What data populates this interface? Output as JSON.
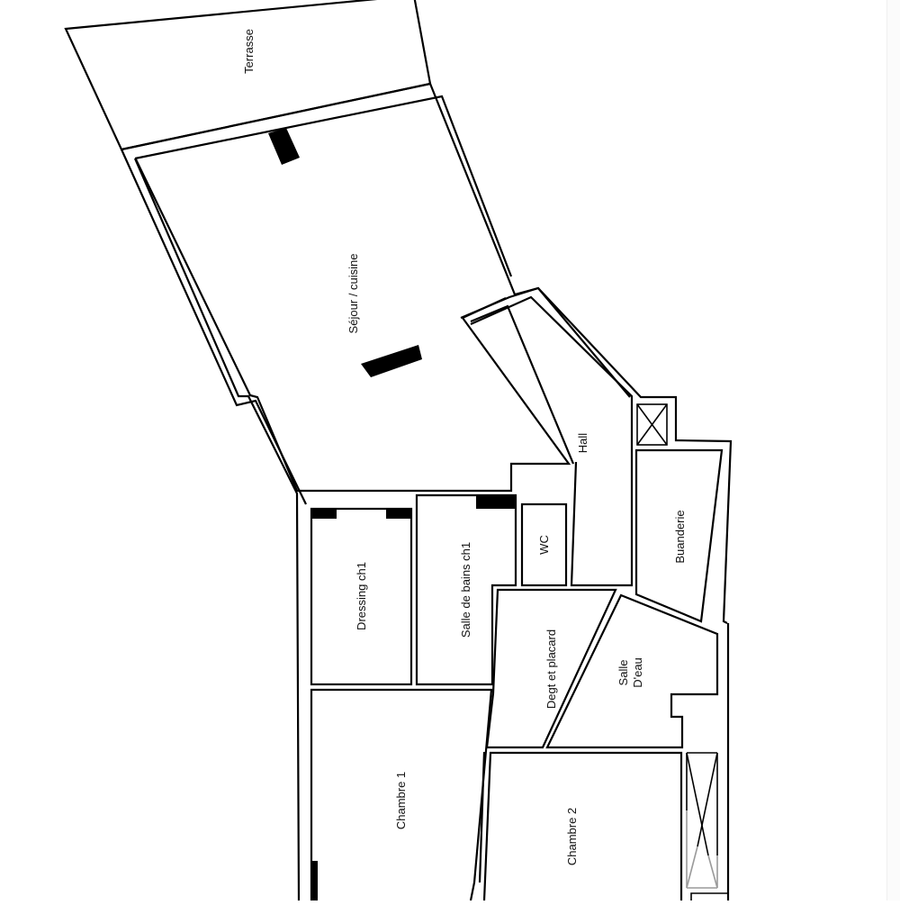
{
  "plan": {
    "background": "#ffffff",
    "line_color": "#000000",
    "rooms": [
      {
        "id": "terrasse",
        "label": "Terrasse"
      },
      {
        "id": "sejour",
        "label": "Séjour / cuisine"
      },
      {
        "id": "hall",
        "label": "Hall"
      },
      {
        "id": "buanderie",
        "label": "Buanderie"
      },
      {
        "id": "wc",
        "label": "WC"
      },
      {
        "id": "dressing",
        "label": "Dressing ch1"
      },
      {
        "id": "sdb",
        "label": "Salle de bains ch1"
      },
      {
        "id": "degt",
        "label": "Degt et placard"
      },
      {
        "id": "salle_deau_1",
        "label": "Salle"
      },
      {
        "id": "salle_deau_2",
        "label": "D'eau"
      },
      {
        "id": "chambre1",
        "label": "Chambre 1"
      },
      {
        "id": "chambre2",
        "label": "Chambre 2"
      }
    ]
  }
}
